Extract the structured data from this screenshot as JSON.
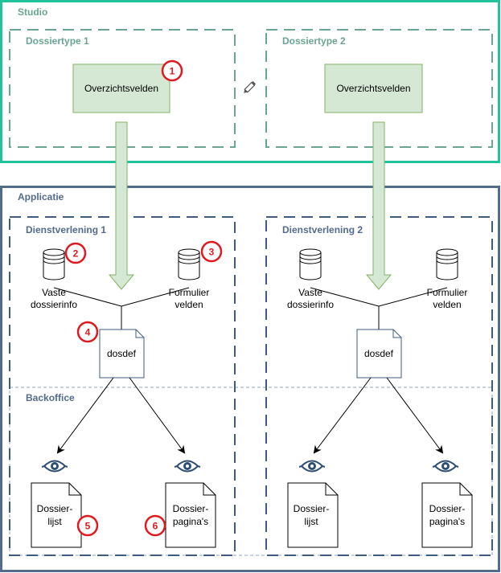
{
  "colors": {
    "studio": "#20c39a",
    "applicatie": "#536b8c",
    "dossiertype_dash": "#6aa592",
    "dienst_dash": "#3f5b80",
    "backoffice_dash": "#8fa6bf",
    "green_box_fill": "#d5e8d4",
    "green_box_stroke": "#82b366",
    "badge": "#e0191f"
  },
  "studio": {
    "label": "Studio",
    "dossiertypes": [
      {
        "label": "Dossiertype 1",
        "box_label": "Overzichtsvelden",
        "badge": "1"
      },
      {
        "label": "Dossiertype 2",
        "box_label": "Overzichtsvelden"
      }
    ],
    "edit_icon": "pencil-icon"
  },
  "applicatie": {
    "label": "Applicatie",
    "dienstverleningen": [
      {
        "label": "Dienstverlening 1",
        "left_db": {
          "line1": "Vaste",
          "line2": "dossierinfo",
          "badge": "2"
        },
        "right_db": {
          "line1": "Formulier",
          "line2": "velden",
          "badge": "3"
        },
        "doc": {
          "label": "dosdef",
          "badge": "4"
        },
        "outputs": [
          {
            "icon": "eye-icon",
            "line1": "Dossier-",
            "line2": "lijst",
            "badge": "5"
          },
          {
            "icon": "eye-icon",
            "line1": "Dossier-",
            "line2": "pagina's",
            "badge": "6"
          }
        ]
      },
      {
        "label": "Dienstverlening 2",
        "left_db": {
          "line1": "Vaste",
          "line2": "dossierinfo"
        },
        "right_db": {
          "line1": "Formulier",
          "line2": "velden"
        },
        "doc": {
          "label": "dosdef"
        },
        "outputs": [
          {
            "icon": "eye-icon",
            "line1": "Dossier-",
            "line2": "lijst"
          },
          {
            "icon": "eye-icon",
            "line1": "Dossier-",
            "line2": "pagina's"
          }
        ]
      }
    ],
    "backoffice_label": "Backoffice"
  }
}
